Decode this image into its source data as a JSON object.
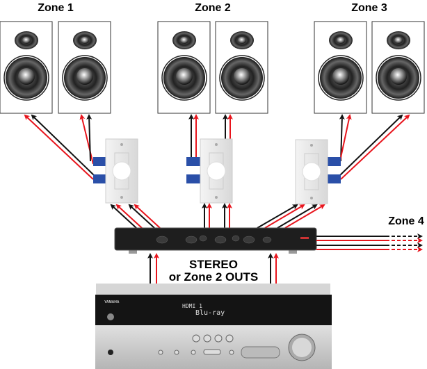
{
  "zones": [
    {
      "label": "Zone 1"
    },
    {
      "label": "Zone 2"
    },
    {
      "label": "Zone 3"
    },
    {
      "label": "Zone 4"
    }
  ],
  "source_label": {
    "line1": "STEREO",
    "line2": "or Zone 2 OUTS"
  },
  "receiver": {
    "brand": "YAMAHA",
    "display_input": "HDMI 1",
    "display_text": "Blu-ray"
  },
  "colors": {
    "positive_wire": "#e8141c",
    "negative_wire": "#111111",
    "terminal": "#2a4fa8",
    "receiver": "#c9c9c9",
    "selector": "#1e1e1e"
  }
}
